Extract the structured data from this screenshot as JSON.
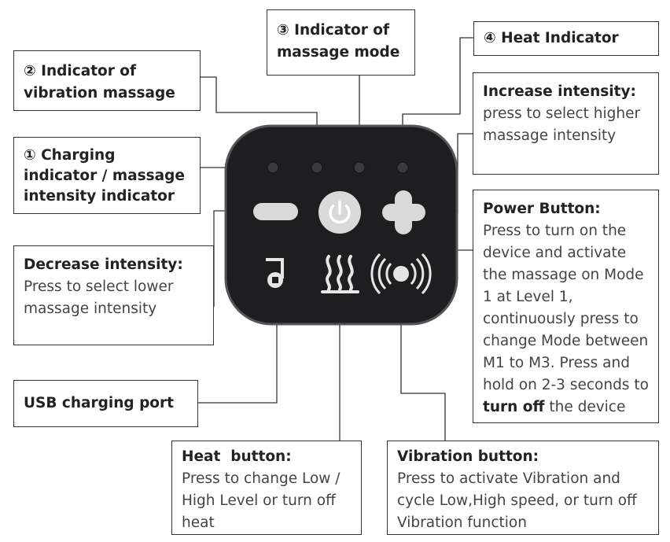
{
  "labels": {
    "vibration_indicator": "② Indicator of vibration massage",
    "massage_mode_indicator": "③ Indicator of massage mode",
    "heat_indicator": "④ Heat Indicator",
    "charging_indicator": "① Charging indicator / massage intensity indicator",
    "increase": {
      "title": "Increase intensity:",
      "desc": "press to select higher massage intensity"
    },
    "decrease": {
      "title": "Decrease intensity:",
      "desc": "Press to select lower massage intensity"
    },
    "power": {
      "title": "Power Button:",
      "desc": "Press to turn on the device and activate the massage on Mode 1 at Level 1, continuously press to change Mode between M1 to M3. Press and hold on 2-3 seconds to",
      "bold": "turn off",
      "tail": " the device"
    },
    "usb": "USB charging port",
    "heat_button": {
      "title": "Heat  button:",
      "desc": "Press to change Low / High Level or turn off heat"
    },
    "vibration_button": {
      "title": "Vibration button:",
      "desc": "Press to activate Vibration and cycle Low,High speed, or turn off Vibration function"
    }
  },
  "colors": {
    "device_body": "#1e1e20",
    "device_rim": "#555559",
    "button": "#d9d9d9",
    "line": "#333333"
  },
  "icons": [
    "minus-icon",
    "power-icon",
    "plus-icon",
    "usb-port-icon",
    "heat-icon",
    "vibration-icon"
  ]
}
